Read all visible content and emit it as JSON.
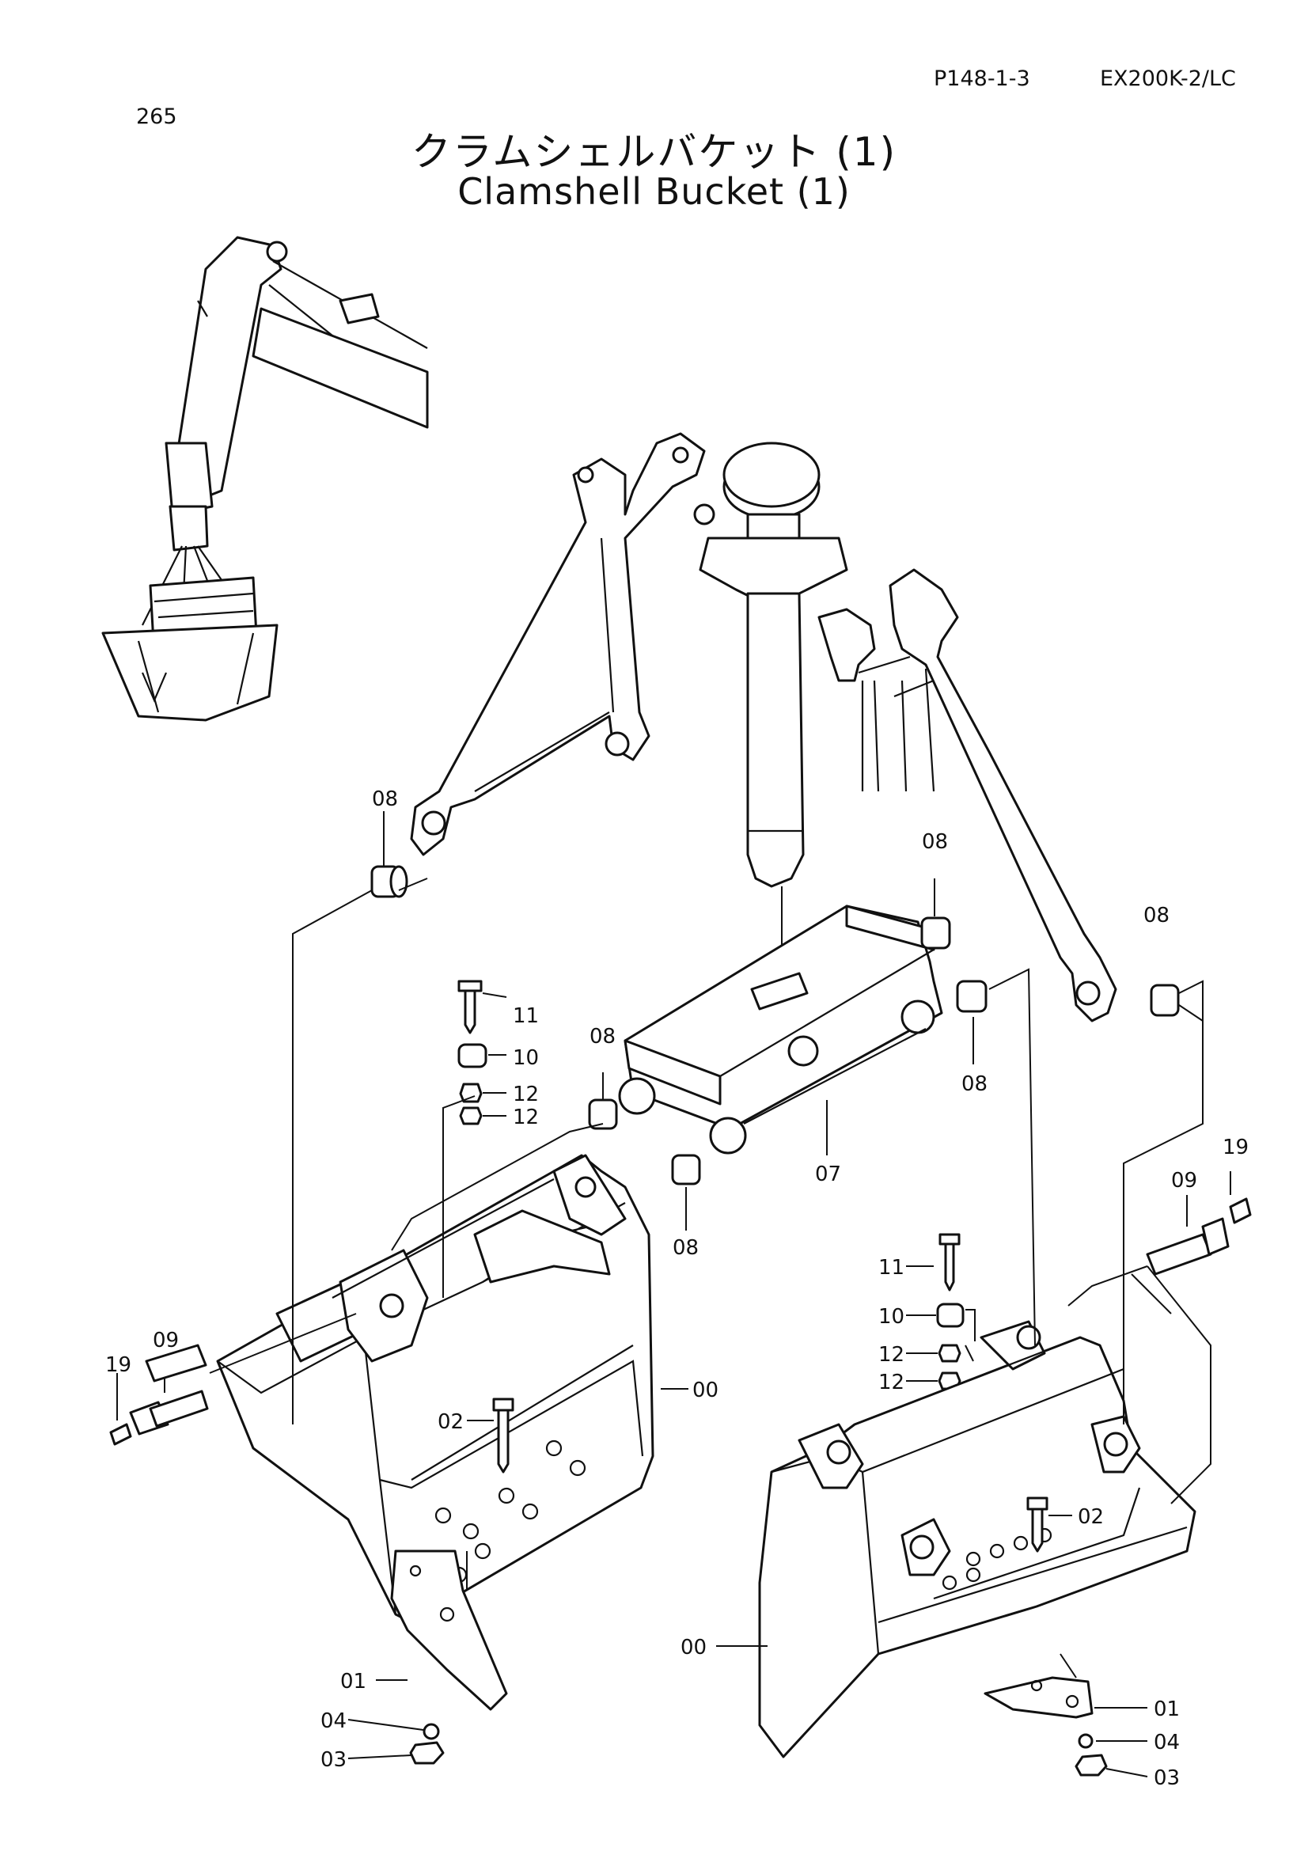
{
  "header": {
    "page_number": "265",
    "doc_ref": "P148-1-3",
    "model": "EX200K-2/LC",
    "title_jp": "クラムシェルバケット (1)",
    "title_en": "Clamshell Bucket (1)"
  },
  "callouts": [
    {
      "id": "c08a",
      "label": "08"
    },
    {
      "id": "c08b",
      "label": "08"
    },
    {
      "id": "c08c",
      "label": "08"
    },
    {
      "id": "c08d",
      "label": "08"
    },
    {
      "id": "c08e",
      "label": "08"
    },
    {
      "id": "c08f",
      "label": "08"
    },
    {
      "id": "c07",
      "label": "07"
    },
    {
      "id": "c11a",
      "label": "11"
    },
    {
      "id": "c10a",
      "label": "10"
    },
    {
      "id": "c12a",
      "label": "12"
    },
    {
      "id": "c12b",
      "label": "12"
    },
    {
      "id": "c11b",
      "label": "11"
    },
    {
      "id": "c10b",
      "label": "10"
    },
    {
      "id": "c12c",
      "label": "12"
    },
    {
      "id": "c12d",
      "label": "12"
    },
    {
      "id": "c09a",
      "label": "09"
    },
    {
      "id": "c19a",
      "label": "19"
    },
    {
      "id": "c09b",
      "label": "09"
    },
    {
      "id": "c19b",
      "label": "19"
    },
    {
      "id": "c00a",
      "label": "00"
    },
    {
      "id": "c00b",
      "label": "00"
    },
    {
      "id": "c02a",
      "label": "02"
    },
    {
      "id": "c02b",
      "label": "02"
    },
    {
      "id": "c01a",
      "label": "01"
    },
    {
      "id": "c04a",
      "label": "04"
    },
    {
      "id": "c03a",
      "label": "03"
    },
    {
      "id": "c01b",
      "label": "01"
    },
    {
      "id": "c04b",
      "label": "04"
    },
    {
      "id": "c03b",
      "label": "03"
    }
  ]
}
